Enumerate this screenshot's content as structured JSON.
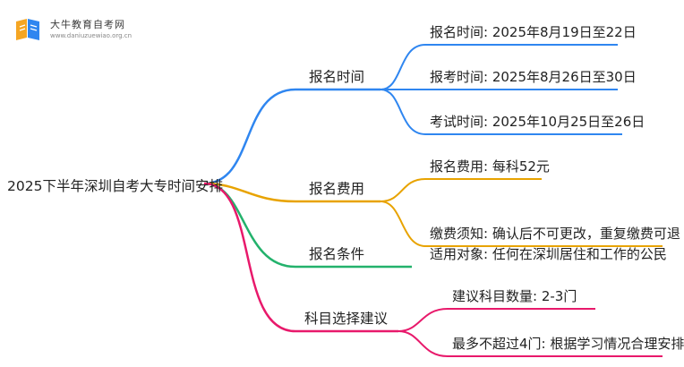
{
  "logo": {
    "title": "大牛教育自考网",
    "url": "www.daniuzuewiao.org.cn"
  },
  "root": "2025下半年深圳自考大专时间安排",
  "colors": {
    "blue": "#2f86f0",
    "orange": "#e8a300",
    "green": "#23b26c",
    "pink": "#e8196b"
  },
  "branches": [
    {
      "label": "报名时间",
      "color": "blue",
      "leaves": [
        "报名时间: 2025年8月19日至22日",
        "报考时间: 2025年8月26日至30日",
        "考试时间: 2025年10月25日至26日"
      ]
    },
    {
      "label": "报名费用",
      "color": "orange",
      "leaves": [
        "报名费用: 每科52元",
        "缴费须知: 确认后不可更改，重复缴费可退"
      ]
    },
    {
      "label": "报名条件",
      "color": "green",
      "leaves": [
        "适用对象: 任何在深圳居住和工作的公民"
      ]
    },
    {
      "label": "科目选择建议",
      "color": "pink",
      "leaves": [
        "建议科目数量: 2-3门",
        "最多不超过4门: 根据学习情况合理安排"
      ]
    }
  ]
}
